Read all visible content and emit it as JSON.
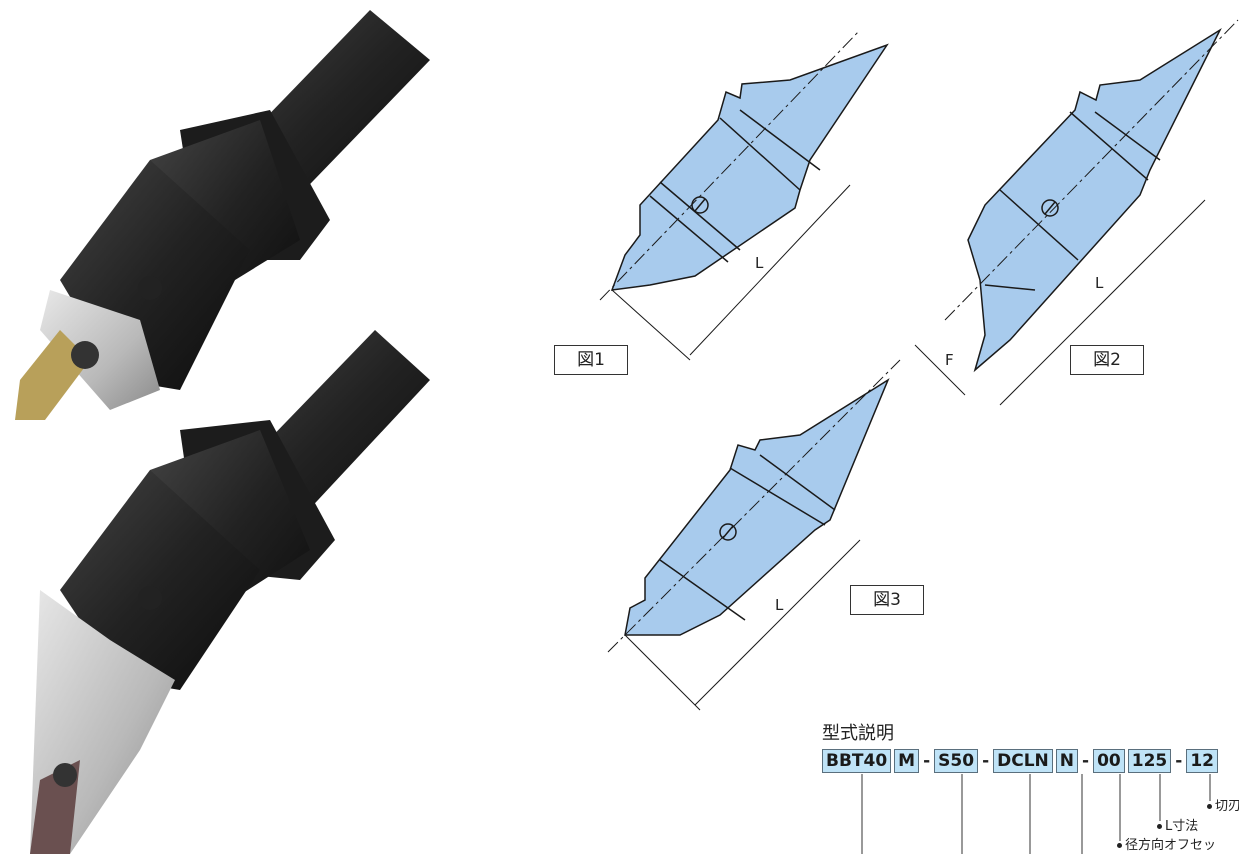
{
  "figures": {
    "fig1_label": "図1",
    "fig2_label": "図2",
    "fig3_label": "図3",
    "dim_L": "L",
    "dim_F": "F"
  },
  "model": {
    "title": "型式説明",
    "segments": [
      "BBT40",
      "M",
      "S50",
      "DCLN",
      "N",
      "00",
      "125",
      "12"
    ],
    "notes": {
      "cutting_edge": "切刃",
      "l_dimension": "L寸法",
      "radial_offset": "径方向オフセッ"
    }
  },
  "colors": {
    "body_fill": "#a8cbed",
    "outline": "#1a1a1a",
    "code_box": "#bfe3f7"
  }
}
